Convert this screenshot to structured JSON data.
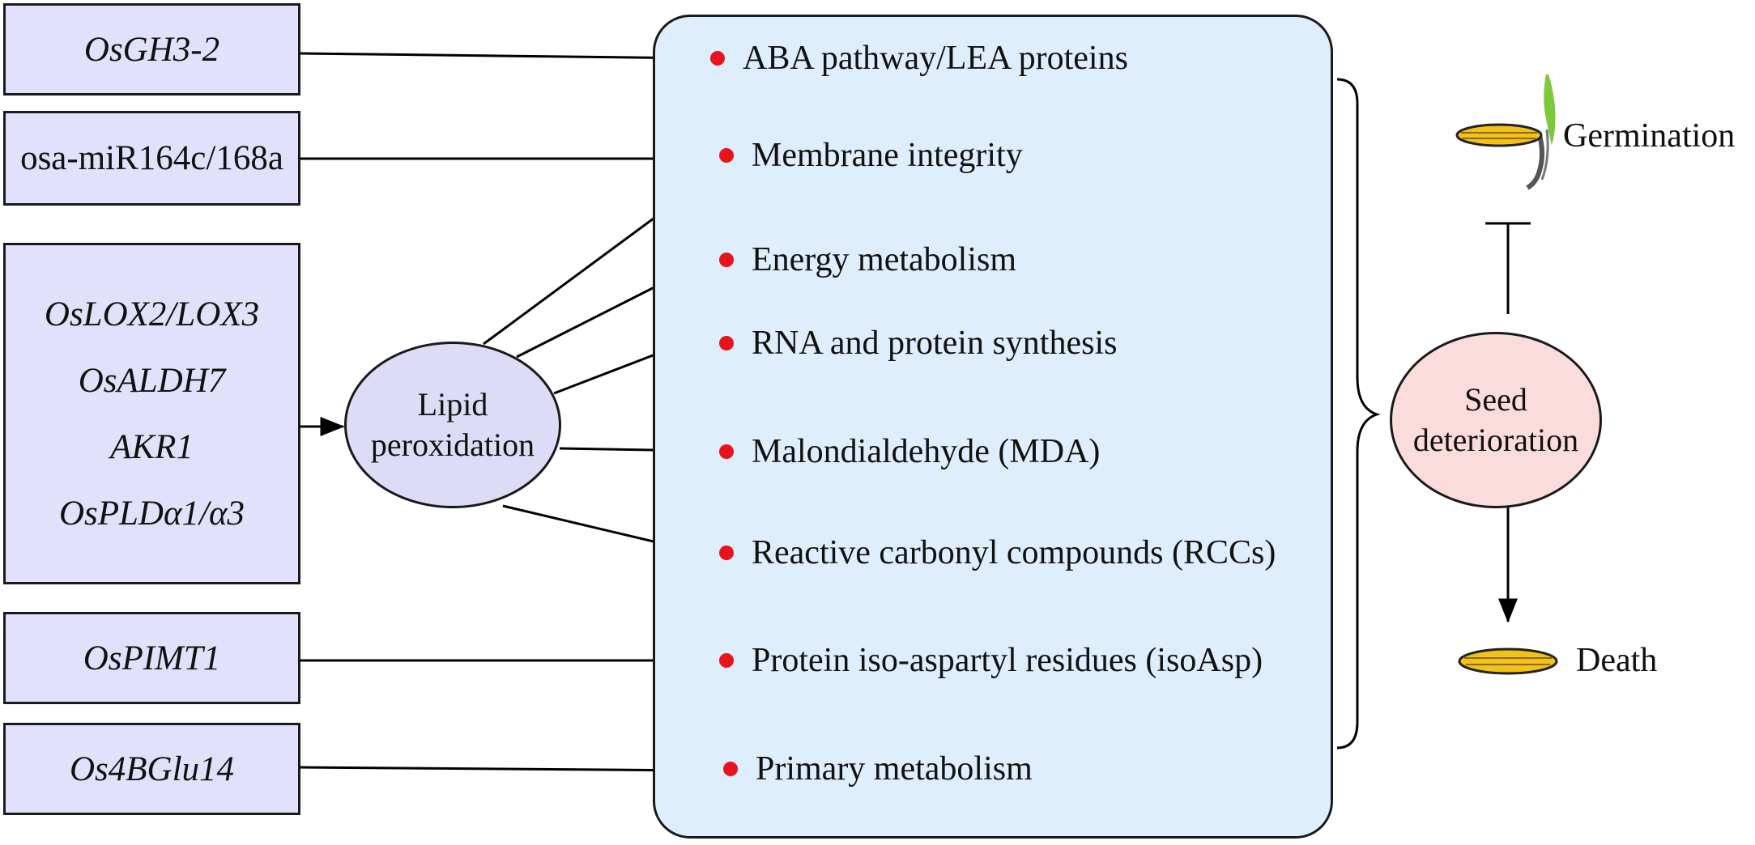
{
  "genes": {
    "gh3": "OsGH3-2",
    "mir": "osa-miR164c/168a",
    "lox": "OsLOX2/LOX3",
    "aldh": "OsALDH7",
    "akr": "AKR1",
    "pld": "OsPLDα1/α3",
    "pimt": "OsPIMT1",
    "bglu": "Os4BGlu14"
  },
  "lipid_peroxidation": {
    "line1": "Lipid",
    "line2": "peroxidation"
  },
  "effects": [
    "ABA pathway/LEA proteins",
    "Membrane integrity",
    "Energy metabolism",
    "RNA and protein synthesis",
    "Malondialdehyde (MDA)",
    "Reactive carbonyl compounds (RCCs)",
    "Protein iso-aspartyl residues (isoAsp)",
    "Primary metabolism"
  ],
  "seed_deterioration": {
    "line1": "Seed",
    "line2": "deterioration"
  },
  "outcomes": {
    "germination": "Germination",
    "death": "Death"
  },
  "colors": {
    "gene_box": "#e1e1fb",
    "effects_panel": "#dfeefc",
    "lipid_node": "#dcdcf7",
    "seed_node": "#fbdcdc",
    "bullet": "#e8141c",
    "seed_body": "#f2c21a",
    "sprout": "#7ec83a"
  }
}
